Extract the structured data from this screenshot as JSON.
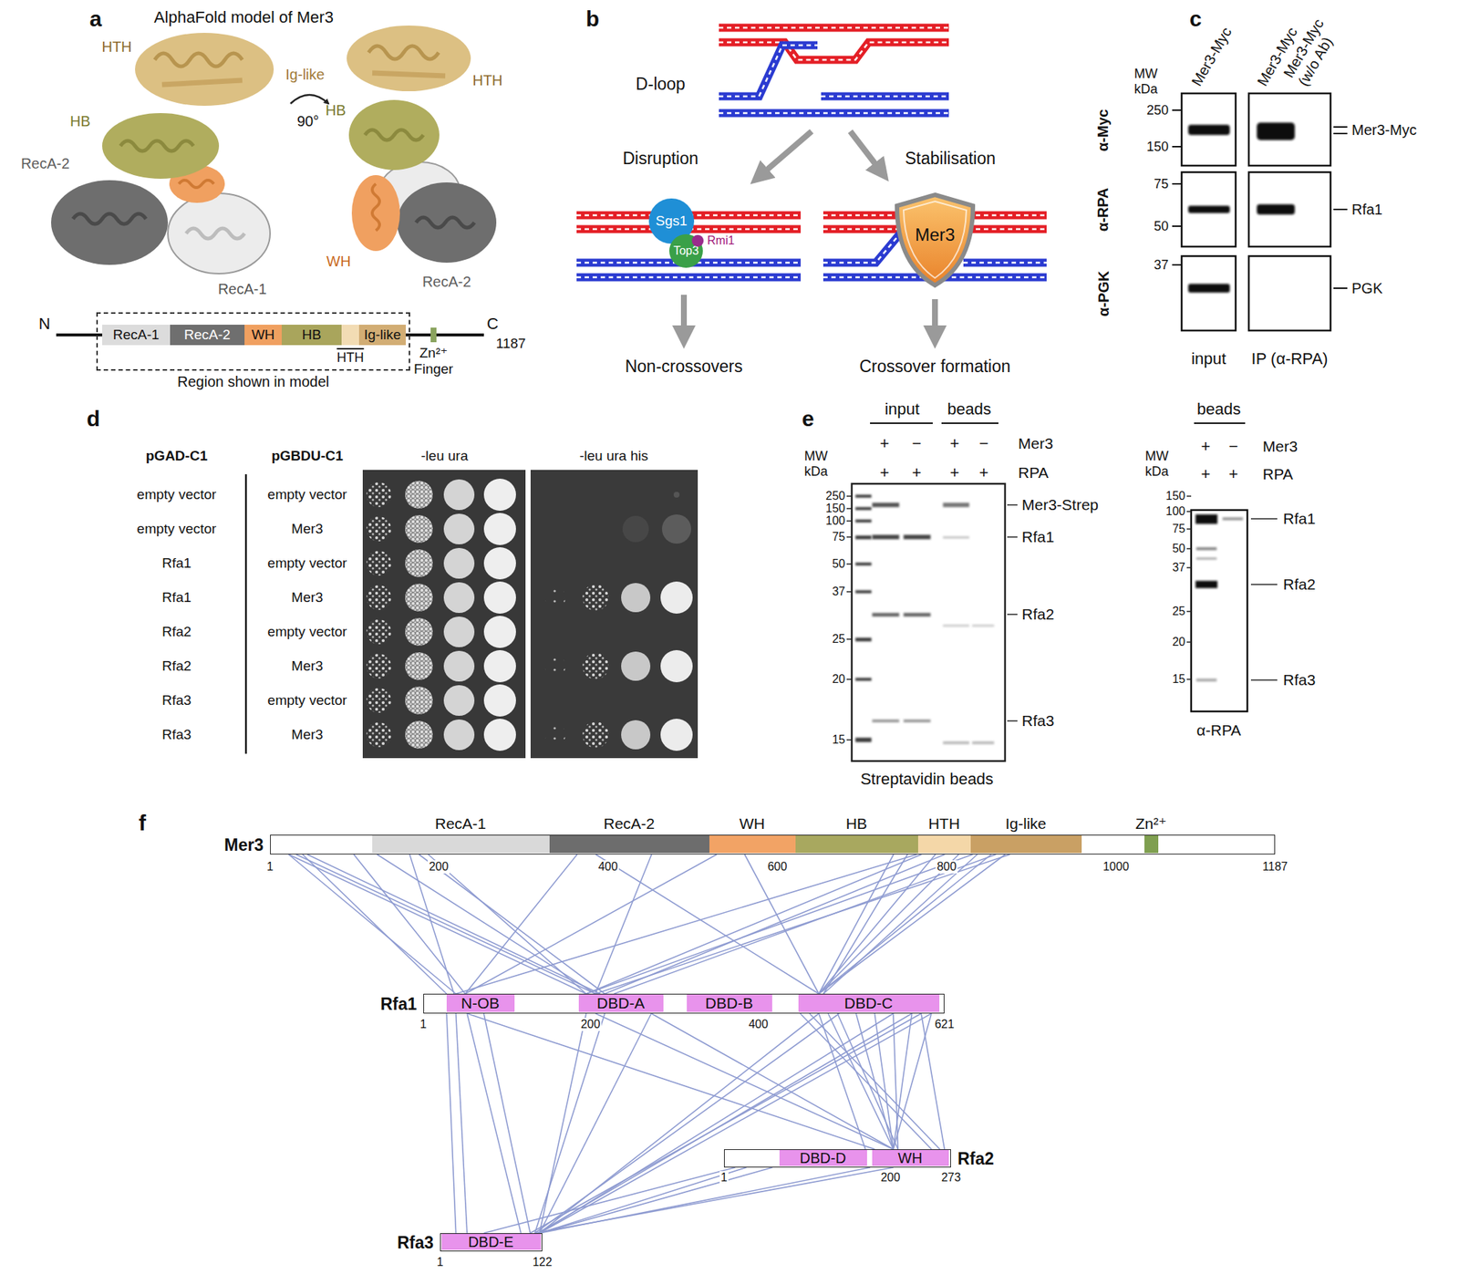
{
  "diagram": {
    "nodes": [
      {
        "text": [
          "Region shown in model"
        ]
      },
      {
        "text": [
          "RecA-1"
        ],
        "in": 0
      },
      {
        "text": [
          "RecA-2"
        ],
        "in": 0
      },
      {
        "text": [
          "WH"
        ],
        "in": 0
      },
      {
        "text": [
          "HB"
        ],
        "in": 0
      },
      {
        "text": [
          "HTH"
        ],
        "in": 0
      },
      {
        "text": [
          "Ig-like"
        ],
        "in": 0
      },
      {
        "text": [
          "Zn²⁺ Finger"
        ]
      },
      {
        "text": [
          "Sgs1"
        ]
      },
      {
        "text": [
          "Rmi1"
        ]
      },
      {
        "text": [
          "Top3"
        ]
      },
      {
        "text": [
          "Mer3"
        ]
      },
      {
        "text": [
          "Mer3"
        ]
      },
      {
        "text": [
          "RecA-1"
        ],
        "in": 12
      },
      {
        "text": [
          "RecA-2"
        ],
        "in": 12
      },
      {
        "text": [
          "WH"
        ],
        "in": 12
      },
      {
        "text": [
          "HB"
        ],
        "in": 12
      },
      {
        "text": [
          "HTH"
        ],
        "in": 12
      },
      {
        "text": [
          "Ig-like"
        ],
        "in": 12
      },
      {
        "text": [
          "Zn²⁺"
        ],
        "in": 12
      },
      {
        "text": [
          "Rfa1"
        ]
      },
      {
        "text": [
          "N-OB"
        ],
        "in": 20
      },
      {
        "text": [
          "DBD-A"
        ],
        "in": 20
      },
      {
        "text": [
          "DBD-B"
        ],
        "in": 20
      },
      {
        "text": [
          "DBD-C"
        ],
        "in": 20
      },
      {
        "text": [
          "Rfa2"
        ]
      },
      {
        "text": [
          "DBD-D"
        ],
        "in": 25
      },
      {
        "text": [
          "WH"
        ],
        "in": 25
      },
      {
        "text": [
          "Rfa3"
        ]
      },
      {
        "text": [
          "DBD-E"
        ],
        "in": 28
      }
    ],
    "edges": [
      {
        "from": 12,
        "to": 20,
        "arrow": "none"
      },
      {
        "from": 12,
        "to": 20,
        "arrow": "none"
      },
      {
        "from": 12,
        "to": 20,
        "arrow": "none"
      },
      {
        "from": 12,
        "to": 20,
        "arrow": "none"
      },
      {
        "from": 12,
        "to": 20,
        "arrow": "none"
      },
      {
        "from": 12,
        "to": 20,
        "arrow": "none"
      },
      {
        "from": 12,
        "to": 20,
        "arrow": "none"
      },
      {
        "from": 12,
        "to": 20,
        "arrow": "none"
      },
      {
        "from": 12,
        "to": 20,
        "arrow": "none"
      },
      {
        "from": 12,
        "to": 20,
        "arrow": "none"
      },
      {
        "from": 12,
        "to": 20,
        "arrow": "none"
      },
      {
        "from": 12,
        "to": 20,
        "arrow": "none"
      },
      {
        "from": 12,
        "to": 20,
        "arrow": "none"
      },
      {
        "from": 12,
        "to": 20,
        "arrow": "none"
      },
      {
        "from": 12,
        "to": 20,
        "arrow": "none"
      },
      {
        "from": 12,
        "to": 20,
        "arrow": "none"
      },
      {
        "from": 12,
        "to": 20,
        "arrow": "none"
      },
      {
        "from": 12,
        "to": 20,
        "arrow": "none"
      },
      {
        "from": 12,
        "to": 20,
        "arrow": "none"
      },
      {
        "from": 12,
        "to": 20,
        "arrow": "none"
      },
      {
        "from": 12,
        "to": 20,
        "arrow": "none"
      },
      {
        "from": 12,
        "to": 20,
        "arrow": "none"
      },
      {
        "from": 12,
        "to": 20,
        "arrow": "none"
      },
      {
        "from": 12,
        "to": 20,
        "arrow": "none"
      },
      {
        "from": 12,
        "to": 20,
        "arrow": "none"
      },
      {
        "from": 12,
        "to": 20,
        "arrow": "none"
      },
      {
        "from": 12,
        "to": 20,
        "arrow": "none"
      },
      {
        "from": 12,
        "to": 20,
        "arrow": "none"
      },
      {
        "from": 20,
        "to": 25,
        "arrow": "none"
      },
      {
        "from": 20,
        "to": 25,
        "arrow": "none"
      },
      {
        "from": 20,
        "to": 25,
        "arrow": "none"
      },
      {
        "from": 20,
        "to": 25,
        "arrow": "none"
      },
      {
        "from": 20,
        "to": 25,
        "arrow": "none"
      },
      {
        "from": 20,
        "to": 25,
        "arrow": "none"
      },
      {
        "from": 20,
        "to": 25,
        "arrow": "none"
      },
      {
        "from": 20,
        "to": 25,
        "arrow": "none"
      },
      {
        "from": 20,
        "to": 25,
        "arrow": "none"
      },
      {
        "from": 20,
        "to": 25,
        "arrow": "none"
      },
      {
        "from": 20,
        "to": 25,
        "arrow": "none"
      },
      {
        "from": 20,
        "to": 25,
        "arrow": "none"
      },
      {
        "from": 20,
        "to": 25,
        "arrow": "none"
      },
      {
        "from": 20,
        "to": 25,
        "arrow": "none"
      },
      {
        "from": 20,
        "to": 28,
        "arrow": "none"
      },
      {
        "from": 20,
        "to": 28,
        "arrow": "none"
      },
      {
        "from": 20,
        "to": 28,
        "arrow": "none"
      },
      {
        "from": 20,
        "to": 28,
        "arrow": "none"
      },
      {
        "from": 20,
        "to": 28,
        "arrow": "none"
      },
      {
        "from": 20,
        "to": 28,
        "arrow": "none"
      },
      {
        "from": 20,
        "to": 28,
        "arrow": "none"
      },
      {
        "from": 20,
        "to": 28,
        "arrow": "none"
      },
      {
        "from": 20,
        "to": 28,
        "arrow": "none"
      },
      {
        "from": 20,
        "to": 28,
        "arrow": "none"
      },
      {
        "from": 20,
        "to": 28,
        "arrow": "none"
      },
      {
        "from": 20,
        "to": 28,
        "arrow": "none"
      },
      {
        "from": 20,
        "to": 28,
        "arrow": "none"
      },
      {
        "from": 25,
        "to": 28,
        "arrow": "none"
      },
      {
        "from": 25,
        "to": 28,
        "arrow": "none"
      },
      {
        "from": 25,
        "to": 28,
        "arrow": "none"
      },
      {
        "from": 25,
        "to": 28,
        "arrow": "none"
      },
      {
        "from": 25,
        "to": 28,
        "arrow": "none"
      }
    ],
    "labels": [
      "a",
      "AlphaFold model of Mer3",
      "HTH",
      "Ig-like",
      "HB",
      "RecA-2",
      "RecA-1",
      "90°",
      "HTH",
      "HB",
      "WH",
      "RecA-2",
      "N",
      "C",
      "1187",
      "b",
      "D-loop",
      "Disruption",
      "Stabilisation",
      "Non-crossovers",
      "Crossover formation",
      "c",
      "MW kDa",
      "250",
      "150",
      "75",
      "50",
      "37",
      "α-Myc",
      "α-RPA",
      "α-PGK",
      "Mer3-Myc",
      "Mer3-Myc",
      "Mer3-Myc (w/o Ab)",
      "Mer3-Myc",
      "Rfa1",
      "PGK",
      "input",
      "IP (α-RPA)",
      "d",
      "pGAD-C1",
      "pGBDU-C1",
      "-leu ura",
      "-leu ura his",
      "empty vector",
      "empty vector",
      "empty vector",
      "Mer3",
      "Rfa1",
      "empty vector",
      "Rfa1",
      "Mer3",
      "Rfa2",
      "empty vector",
      "Rfa2",
      "Mer3",
      "Rfa3",
      "empty vector",
      "Rfa3",
      "Mer3",
      "e",
      "input",
      "beads",
      "+",
      "−",
      "+",
      "−",
      "Mer3",
      "+",
      "+",
      "+",
      "+",
      "RPA",
      "MW kDa",
      "250",
      "150",
      "100",
      "75",
      "50",
      "37",
      "25",
      "20",
      "15",
      "Mer3-Strep",
      "Rfa1",
      "Rfa2",
      "Rfa3",
      "Streptavidin beads",
      "beads",
      "+",
      "−",
      "Mer3",
      "+",
      "+",
      "RPA",
      "MW kDa",
      "150",
      "100",
      "75",
      "50",
      "37",
      "25",
      "20",
      "15",
      "Rfa1",
      "Rfa2",
      "Rfa3",
      "α-RPA",
      "f",
      "1",
      "200",
      "400",
      "600",
      "800",
      "1000",
      "1187",
      "1",
      "200",
      "400",
      "621",
      "1",
      "200",
      "273",
      "1",
      "122"
    ]
  }
}
